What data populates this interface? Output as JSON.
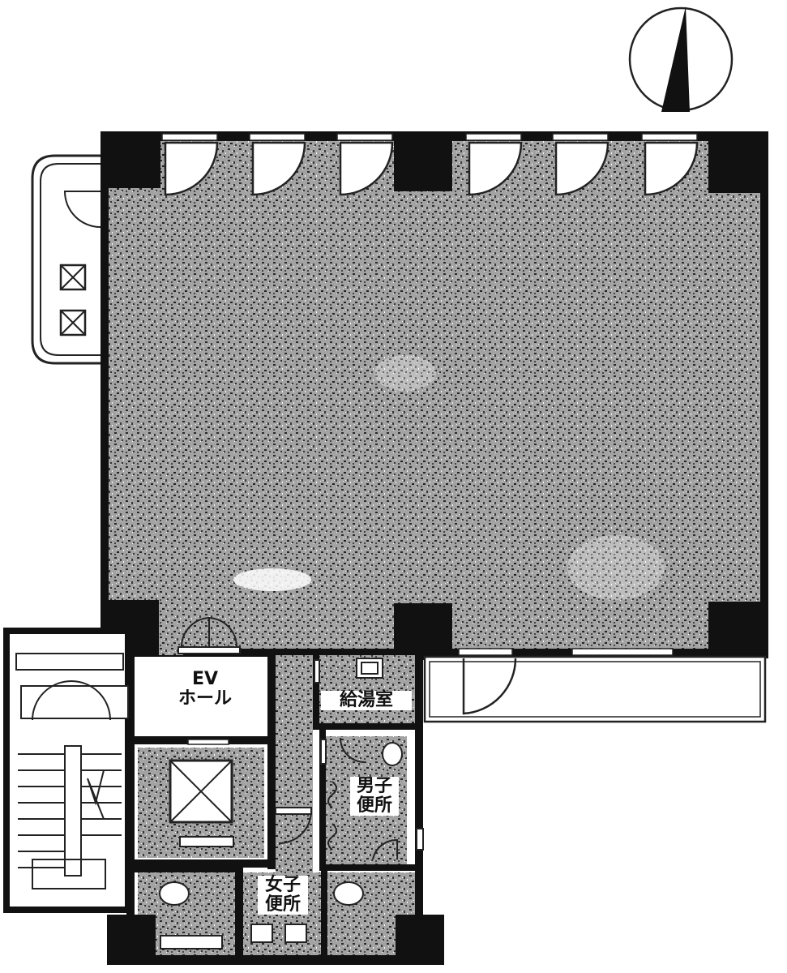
{
  "plan": {
    "labels": {
      "ev_hall": [
        "EV",
        "ホール"
      ],
      "kitchenette": "給湯室",
      "mens_toilet": [
        "男子",
        "便所"
      ],
      "womens_toilet": [
        "女子",
        "便所"
      ]
    },
    "compass_icon": "north-arrow-icon",
    "elevator_icon": "elevator-shaft-icon",
    "equipment_icon": "crossed-box-icon",
    "colors": {
      "wall": "#111111",
      "floor_fill": "#8a8a8a",
      "line": "#222222",
      "paper": "#ffffff"
    }
  }
}
